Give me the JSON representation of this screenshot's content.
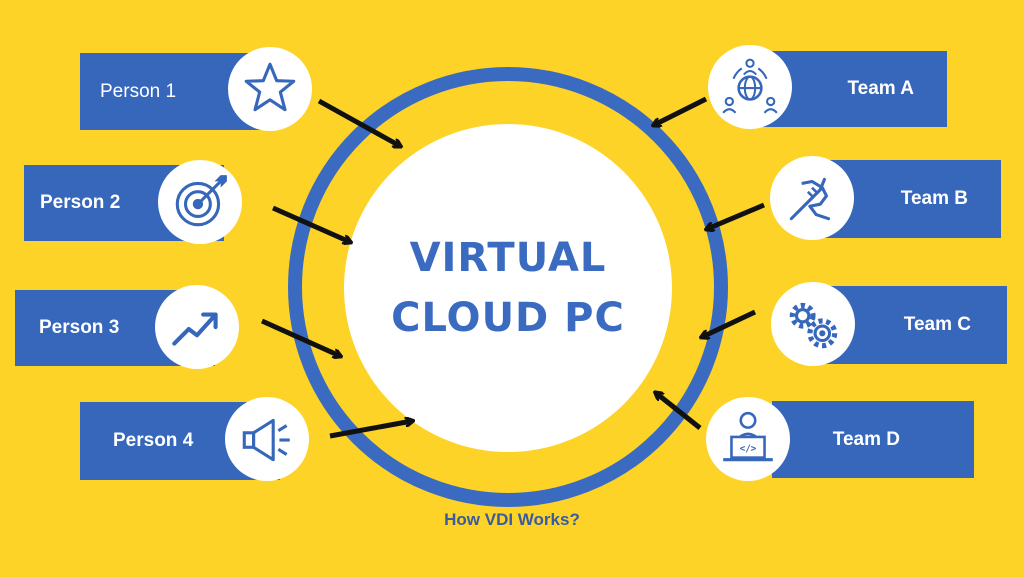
{
  "center": {
    "line1": "VIRTUAL",
    "line2": "CLOUD PC"
  },
  "caption": "How VDI Works?",
  "persons": [
    {
      "label": "Person 1",
      "icon": "star-icon"
    },
    {
      "label": "Person 2",
      "icon": "target-icon"
    },
    {
      "label": "Person 3",
      "icon": "trend-up-icon"
    },
    {
      "label": "Person 4",
      "icon": "megaphone-icon"
    }
  ],
  "teams": [
    {
      "label": "Team A",
      "icon": "global-team-icon"
    },
    {
      "label": "Team B",
      "icon": "handshake-icon"
    },
    {
      "label": "Team C",
      "icon": "gears-icon"
    },
    {
      "label": "Team D",
      "icon": "developer-icon"
    }
  ],
  "colors": {
    "background": "#FDD328",
    "accent": "#3667BB",
    "ring": "#3A6BC0",
    "arrow": "#111111"
  }
}
